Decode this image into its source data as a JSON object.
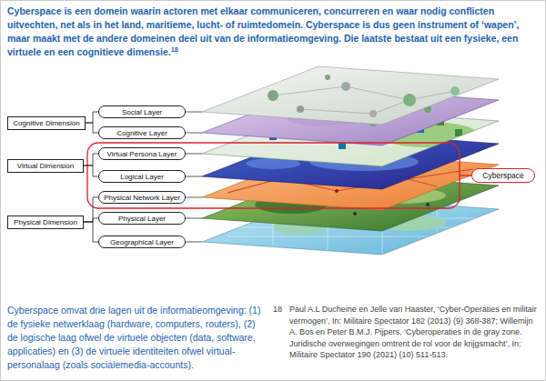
{
  "diagram": {
    "title": "Cyberspace is een domein waarin actoren met elkaar communiceren, concurreren en waar nodig conflicten uitvechten, net als in het land, maritieme, lucht- of ruimtedomein. Cyberspace is dus geen instrument of ‘wapen’, maar maakt met de andere domeinen deel uit van de informatieomgeving. Die laatste bestaat uit een fysieke, een virtuele en een cognitieve dimensie.",
    "caption": "Cyberspace omvat drie lagen uit de informatieomgeving: (1) de fysieke netwerklaag (hardware, computers, routers), (2) de logische laag ofwel de virtuele objecten (data, software, applicaties) en (3) de virtuele identiteiten ofwel virtual-personalaag (zoals socialemedia-accounts).",
    "nodes": [
      {
        "text": [
          "Cognitive Dimension"
        ]
      },
      {
        "text": [
          "Social Layer"
        ]
      },
      {
        "text": [
          "Cognitive Layer"
        ]
      },
      {
        "text": [
          "Virtual Dimension"
        ]
      },
      {
        "text": [
          "Virtual Persona Layer"
        ]
      },
      {
        "text": [
          "Logical Layer"
        ]
      },
      {
        "text": [
          "Physical Dimension"
        ]
      },
      {
        "text": [
          "Physical Network Layer"
        ]
      },
      {
        "text": [
          "Physical Layer"
        ]
      },
      {
        "text": [
          "Geographical Layer"
        ]
      },
      {
        "text": [
          "Cyberspace"
        ]
      }
    ],
    "edges": [
      {
        "from": 0,
        "to": 1,
        "arrow": "none"
      },
      {
        "from": 0,
        "to": 2,
        "arrow": "none"
      },
      {
        "from": 3,
        "to": 4,
        "arrow": "none"
      },
      {
        "from": 3,
        "to": 5,
        "arrow": "none"
      },
      {
        "from": 6,
        "to": 7,
        "arrow": "none"
      },
      {
        "from": 6,
        "to": 8,
        "arrow": "none"
      },
      {
        "from": 6,
        "to": 9,
        "arrow": "none"
      }
    ],
    "labels": [
      "18",
      "18",
      "Paul A.L Ducheine en Jelle van Haaster, ‘Cyber-Operaties en militair vermogen’, In: Militaire Spectator 182 (2013) (9) 368-387; Willemijn A. Bos en Peter B.M.J. Pijpers, ‘Cyberoperaties in de gray zone. Juridische overwegingen omtrent de rol voor de krijgsmacht’, In: Militaire Spectator 190 (2021) (10) 511-513."
    ]
  }
}
